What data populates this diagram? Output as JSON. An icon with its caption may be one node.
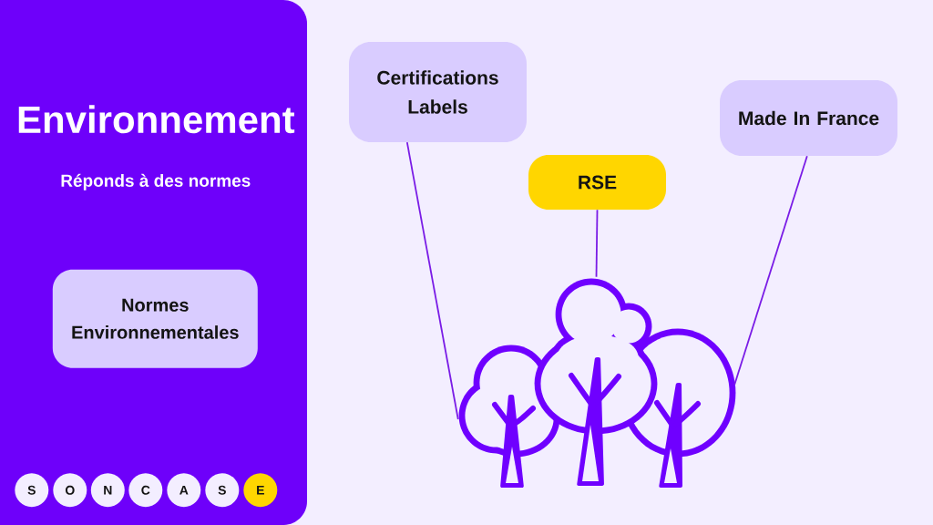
{
  "diagram": {
    "nodes": [
      {
        "text": [
          "Environnement",
          "Réponds à des normes"
        ]
      },
      {
        "text": [
          "Normes Environnementales"
        ],
        "in": 0
      },
      {
        "text": [
          "S"
        ],
        "in": 0
      },
      {
        "text": [
          "O"
        ],
        "in": 0
      },
      {
        "text": [
          "N"
        ],
        "in": 0
      },
      {
        "text": [
          "C"
        ],
        "in": 0
      },
      {
        "text": [
          "A"
        ],
        "in": 0
      },
      {
        "text": [
          "S"
        ],
        "in": 0
      },
      {
        "text": [
          "E"
        ],
        "in": 0
      },
      {
        "text": [
          "Certifications Labels"
        ]
      },
      {
        "text": [
          "RSE"
        ]
      },
      {
        "text": [
          "Made In France"
        ]
      },
      {
        "text": [],
        "shape": "picture"
      }
    ],
    "edges": [
      {
        "from": 9,
        "to": 12,
        "arrow": "none"
      },
      {
        "from": 10,
        "to": 12,
        "arrow": "none"
      },
      {
        "from": 11,
        "to": 12,
        "arrow": "none"
      }
    ]
  }
}
